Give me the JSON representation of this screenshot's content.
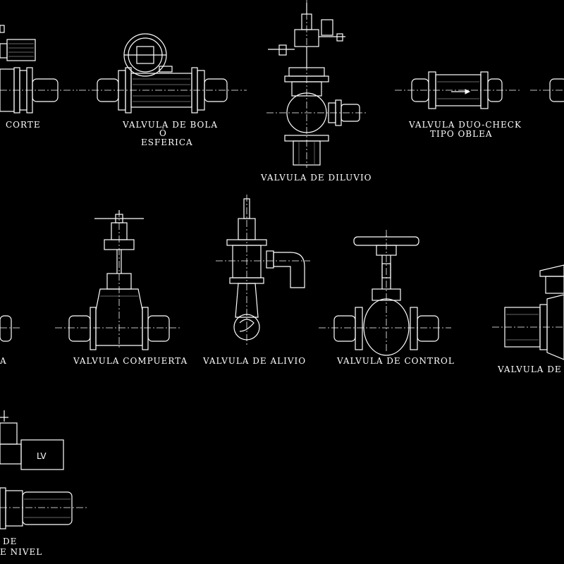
{
  "labels": {
    "corte": "CORTE",
    "bola_1": "VALVULA DE BOLA",
    "bola_2": "Ó",
    "bola_3": "ESFERICA",
    "diluvio": "VALVULA DE DILUVIO",
    "duo_1": "VALVULA DUO-CHECK",
    "duo_2": "TIPO OBLEA",
    "a": "A",
    "compuerta": "VALVULA COMPUERTA",
    "alivio": "VALVULA DE ALIVIO",
    "control": "VALVULA DE CONTROL",
    "es": "VALVULA DE ES",
    "nivel_1": "DE",
    "nivel_2": "E NIVEL",
    "lv": "LV"
  },
  "colors": {
    "background": "#000000",
    "line": "#ffffff",
    "accent": "#888888"
  }
}
